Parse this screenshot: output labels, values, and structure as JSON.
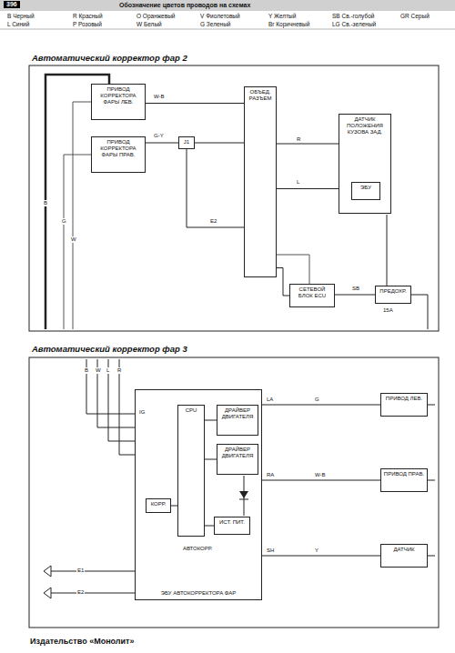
{
  "diagram": {
    "nodes": [
      {
        "text": [
          "ПРИВОД КОРРЕКТОРА ФАРЫ ЛЕВ."
        ]
      },
      {
        "text": [
          "ПРИВОД КОРРЕКТОРА ФАРЫ ПРАВ."
        ]
      },
      {
        "text": [
          "J1"
        ]
      },
      {
        "text": [
          "ОБЪЕД. РАЗЪЕМ"
        ]
      },
      {
        "text": [
          "ДАТЧИК ПОЛОЖЕНИЯ КУЗОВА ЗАД."
        ]
      },
      {
        "text": [
          "ЭБУ"
        ],
        "in": 4
      },
      {
        "text": [
          "СЕТЕВОЙ БЛОК ECU"
        ]
      },
      {
        "text": [
          "ПРЕДОХР."
        ]
      },
      {
        "text": [
          "ЭБУ АВТОКОРРЕКТОРА ФАР"
        ]
      },
      {
        "text": [
          "CPU"
        ],
        "in": 8
      },
      {
        "text": [
          "ДРАЙВЕР ДВИГАТЕЛЯ"
        ],
        "in": 8
      },
      {
        "text": [
          "ДРАЙВЕР ДВИГАТЕЛЯ"
        ],
        "in": 8
      },
      {
        "text": [
          "КОРР."
        ],
        "in": 8
      },
      {
        "text": [
          "ИСТ. ПИТ."
        ],
        "in": 8
      },
      {
        "text": [
          "ПРИВОД ЛЕВ."
        ]
      },
      {
        "text": [
          "ПРИВОД ПРАВ."
        ]
      },
      {
        "text": [
          "ДАТЧИК"
        ]
      }
    ],
    "edges": [
      {
        "from": 0,
        "to": 3,
        "arrow": "none"
      },
      {
        "from": 1,
        "to": 2,
        "arrow": "none"
      },
      {
        "from": 2,
        "to": 3,
        "arrow": "none"
      },
      {
        "from": 3,
        "to": 4,
        "arrow": "none"
      },
      {
        "from": 3,
        "to": 4,
        "arrow": "none"
      },
      {
        "from": 3,
        "to": 6,
        "arrow": "none"
      },
      {
        "from": 6,
        "to": 7,
        "arrow": "none"
      },
      {
        "from": 9,
        "to": 10,
        "arrow": "none"
      },
      {
        "from": 9,
        "to": 11,
        "arrow": "none"
      },
      {
        "from": 12,
        "to": 9,
        "arrow": "none"
      },
      {
        "from": 13,
        "to": 9,
        "arrow": "none"
      },
      {
        "from": 8,
        "to": 14,
        "arrow": "none"
      },
      {
        "from": 8,
        "to": 15,
        "arrow": "none"
      },
      {
        "from": 8,
        "to": 16,
        "arrow": "none"
      }
    ],
    "labels": [
      "396",
      "Обозначение цветов проводов на схемах",
      "Автоматический корректор фар 2",
      "Автоматический корректор фар 3",
      "Издательство «Монолит»",
      "W-B",
      "G-Y",
      "B",
      "G",
      "W",
      "R",
      "L",
      "E2",
      "SB",
      "15A",
      "B",
      "W",
      "L",
      "R",
      "IG",
      "E1",
      "E2",
      "LA",
      "RA",
      "SH",
      "G",
      "W-B",
      "Y",
      "АВТОКОРР."
    ],
    "legend": [
      {
        "text": "B Черный"
      },
      {
        "text": "R Красный"
      },
      {
        "text": "O Оранжевый"
      },
      {
        "text": "V Фиолетовый"
      },
      {
        "text": "Y Желтый"
      },
      {
        "text": "SB Св.-голубой"
      },
      {
        "text": "GR Серый"
      },
      {
        "text": "L Синий"
      },
      {
        "text": "P Розовый"
      },
      {
        "text": "W Белый"
      },
      {
        "text": "G Зеленый"
      },
      {
        "text": "Br Коричневый"
      },
      {
        "text": "LG Св.-зеленый"
      }
    ]
  }
}
